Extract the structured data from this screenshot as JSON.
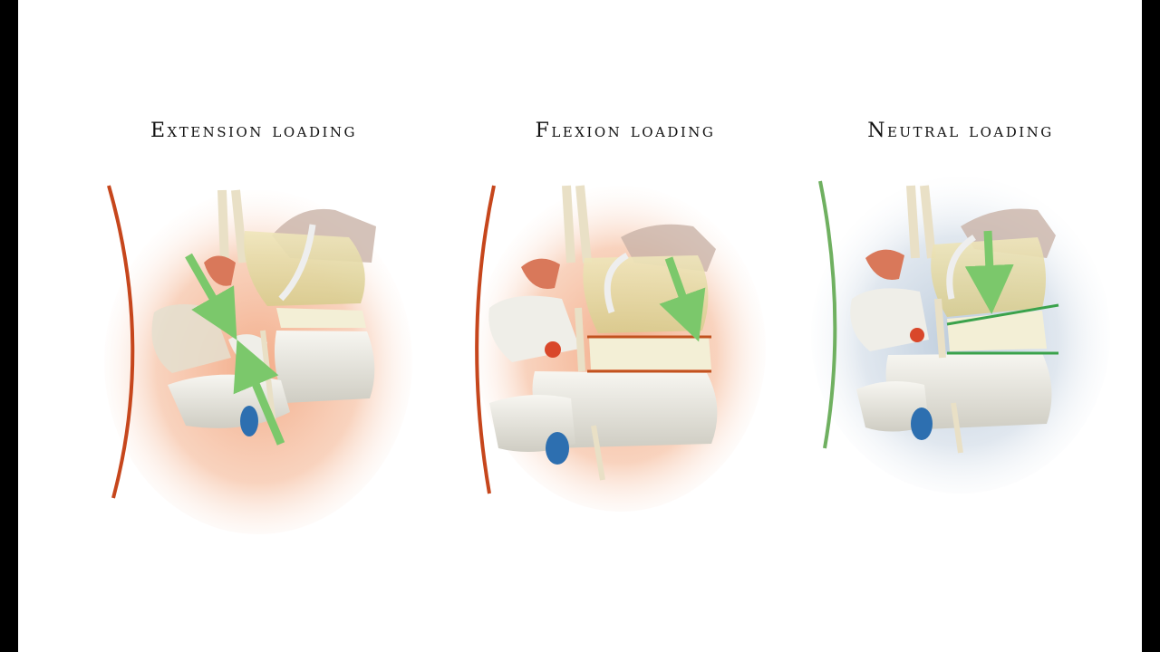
{
  "panels": [
    {
      "title": "Extension loading",
      "glow_color": "#f2a782",
      "curve_color": "#c6461c",
      "line_color": "#c2521f"
    },
    {
      "title": "Flexion loading",
      "glow_color": "#f2a782",
      "curve_color": "#c6461c",
      "line_color": "#c2521f"
    },
    {
      "title": "Neutral loading",
      "glow_color": "#b8c8d9",
      "curve_color": "#6fb060",
      "line_color": "#3aa24b"
    }
  ],
  "colors": {
    "arrow_green": "#7bc86b",
    "bone": "#ecebe4",
    "bone_shade": "#cfcdc3",
    "disc_yellow": "#e8dda5",
    "nerve": "#e9e0c6",
    "nerve_blue": "#2d6fb0",
    "nerve_red": "#d9472a",
    "hand": "#c9b3a8"
  }
}
